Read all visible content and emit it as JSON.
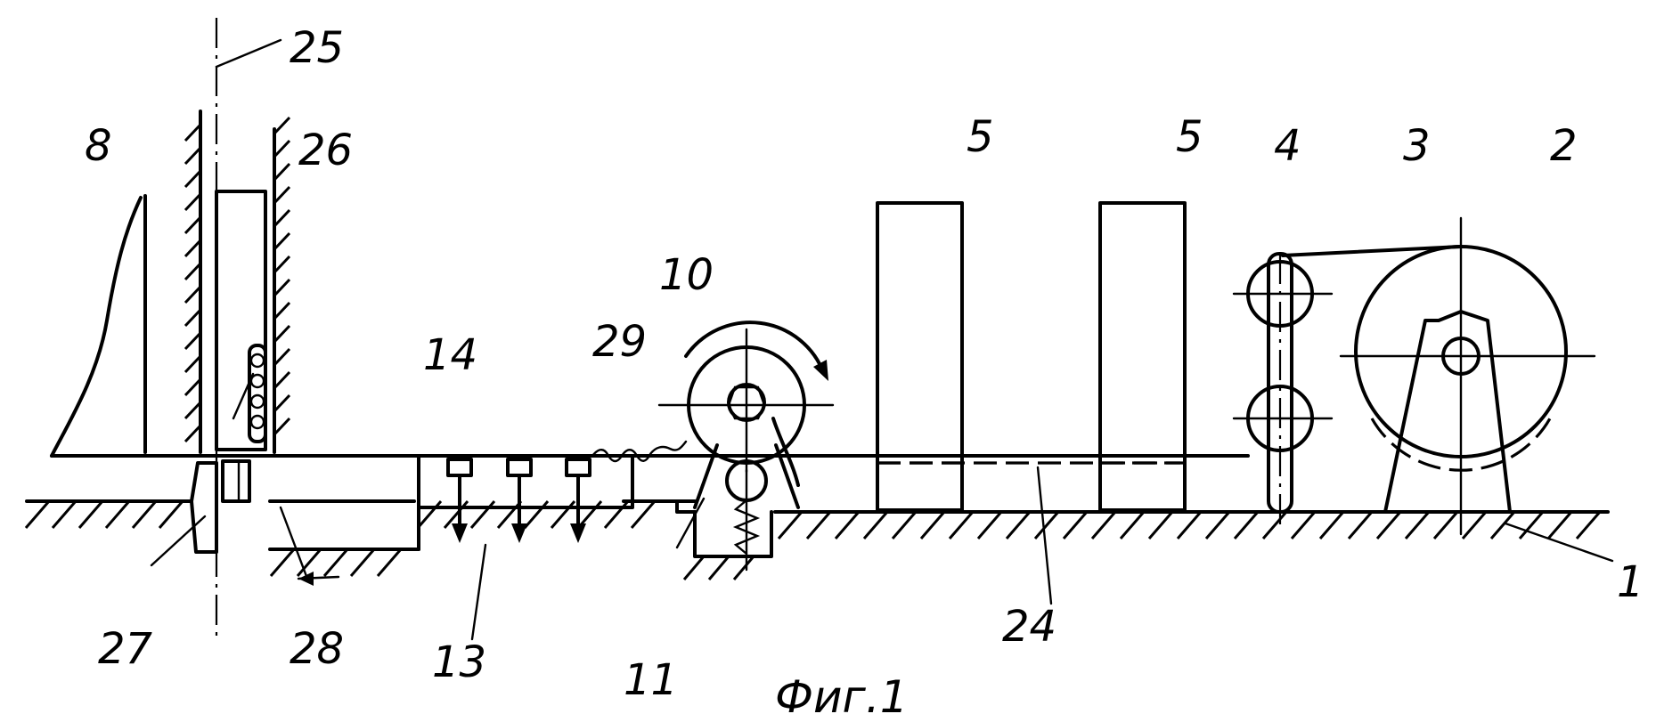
{
  "caption": "Фиг.1",
  "labels": {
    "l1": "1",
    "l2": "2",
    "l3": "3",
    "l4": "4",
    "l5a": "5",
    "l5b": "5",
    "l8": "8",
    "l10": "10",
    "l11": "11",
    "l13": "13",
    "l14": "14",
    "l24": "24",
    "l25": "25",
    "l26": "26",
    "l27": "27",
    "l28": "28",
    "l29": "29"
  }
}
